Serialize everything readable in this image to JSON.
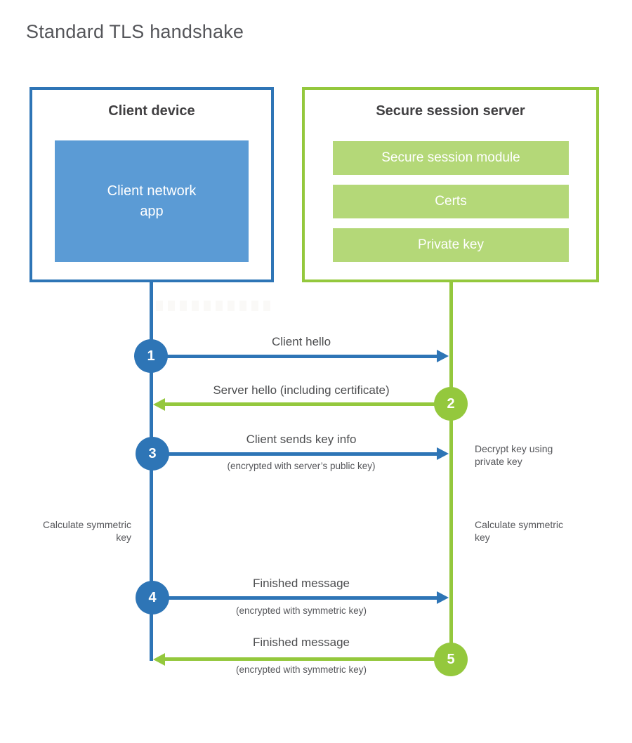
{
  "title": "Standard TLS handshake",
  "colors": {
    "blue": "#2e75b6",
    "blue_fill": "#5b9bd5",
    "green": "#94c83d",
    "green_fill": "#b4d878",
    "heading_text": "#414042",
    "body_text": "#55565a"
  },
  "client_box": {
    "title": "Client device",
    "app_label": "Client network\napp"
  },
  "server_box": {
    "title": "Secure session server",
    "modules": [
      "Secure session module",
      "Certs",
      "Private key"
    ]
  },
  "messages": [
    {
      "num": "1",
      "label": "Client hello",
      "subtitle": "",
      "direction": "client-to-server"
    },
    {
      "num": "2",
      "label": "Server hello (including certificate)",
      "subtitle": "",
      "direction": "server-to-client"
    },
    {
      "num": "3",
      "label": "Client sends key info",
      "subtitle": "(encrypted with server’s public key)",
      "direction": "client-to-server"
    },
    {
      "num": "4",
      "label": "Finished message",
      "subtitle": "(encrypted with symmetric key)",
      "direction": "client-to-server"
    },
    {
      "num": "5",
      "label": "Finished message",
      "subtitle": "(encrypted with symmetric key)",
      "direction": "server-to-client"
    }
  ],
  "notes": {
    "decrypt": "Decrypt key using private key",
    "calc_left": "Calculate symmetric key",
    "calc_right": "Calculate symmetric key"
  }
}
